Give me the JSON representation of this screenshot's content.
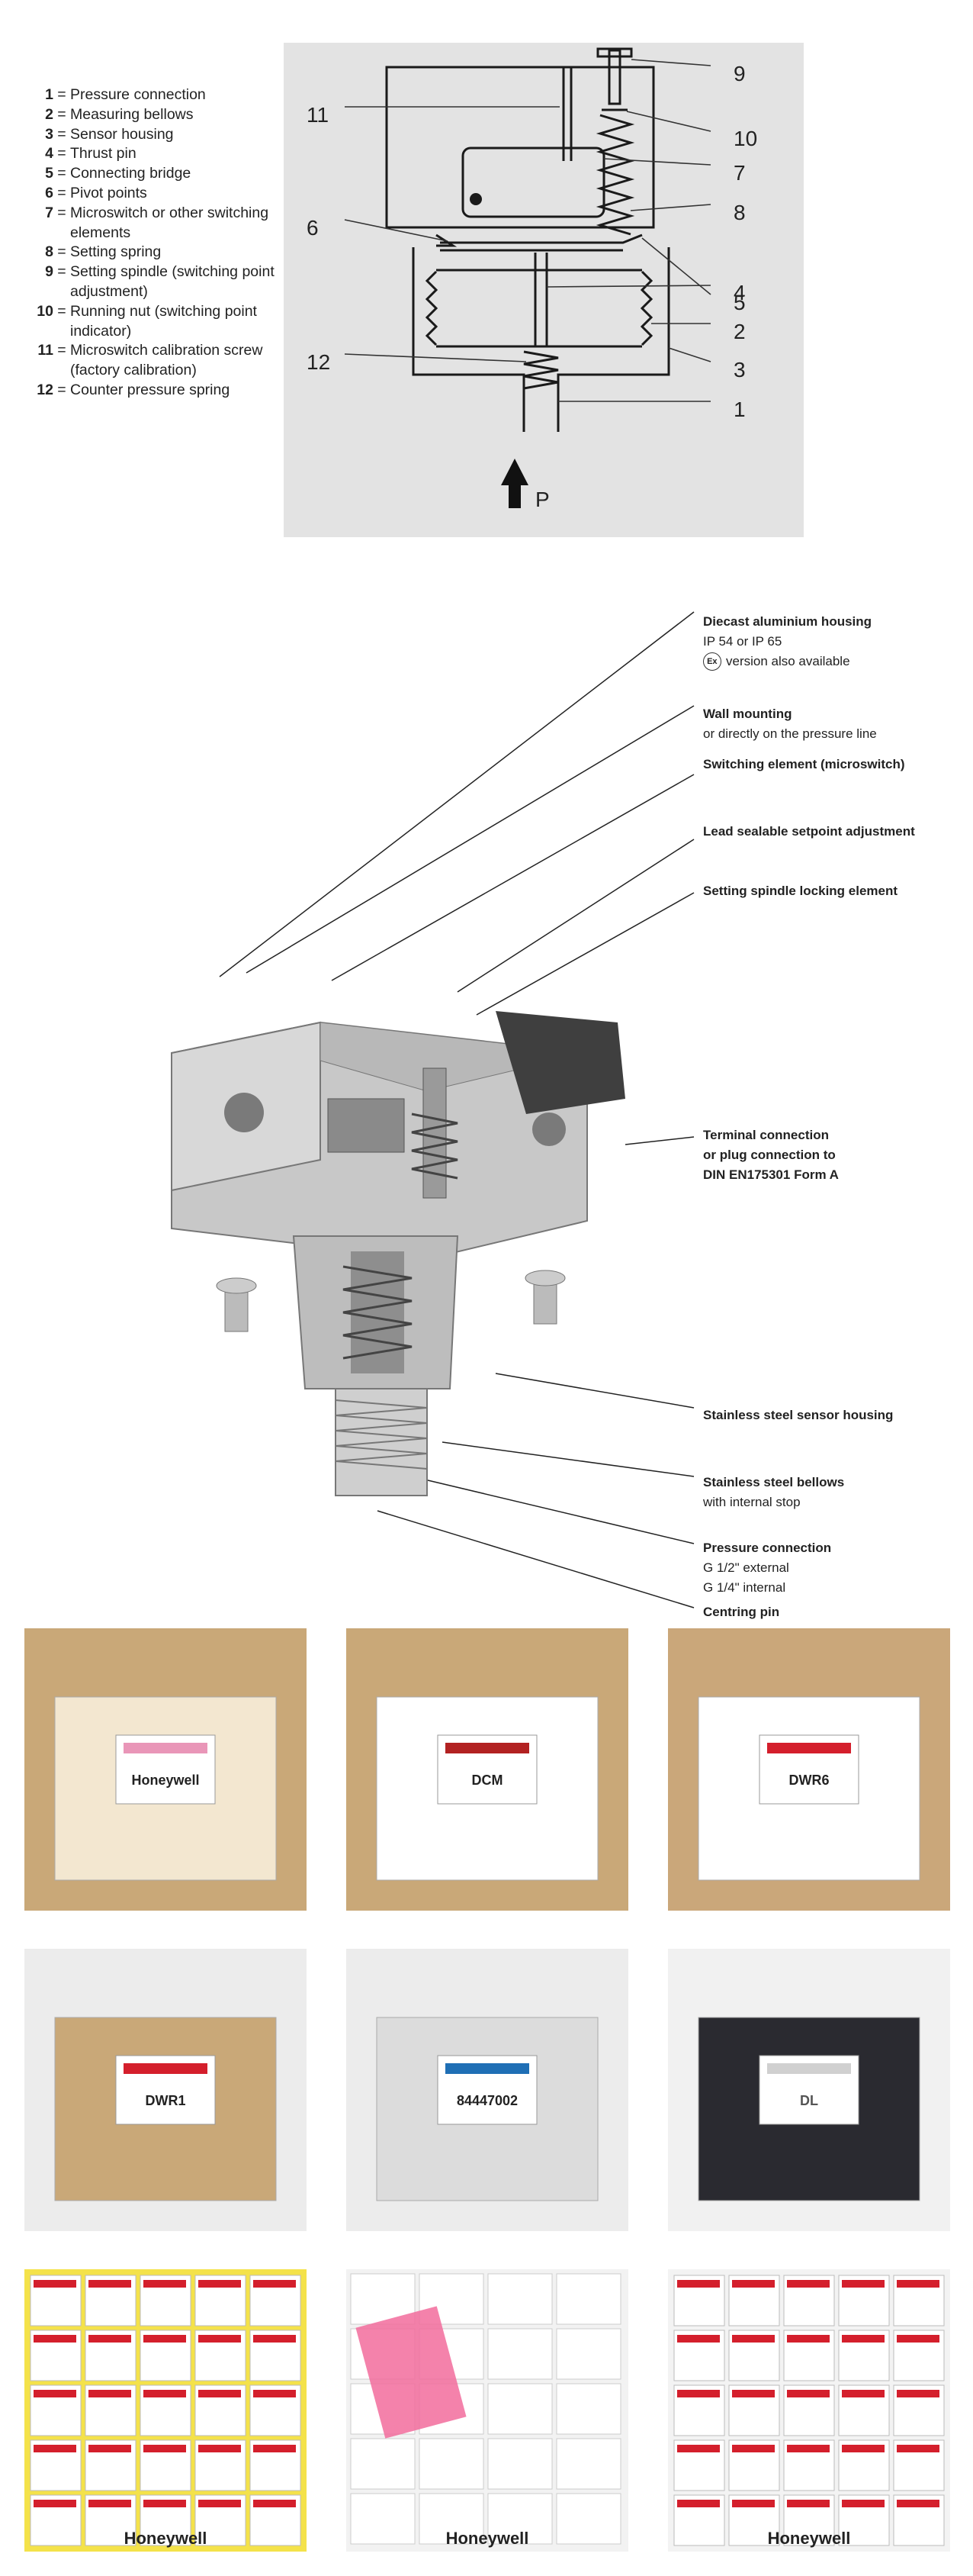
{
  "legend": [
    {
      "num": "1",
      "text": "Pressure connection"
    },
    {
      "num": "2",
      "text": "Measuring bellows"
    },
    {
      "num": "3",
      "text": "Sensor housing"
    },
    {
      "num": "4",
      "text": "Thrust pin"
    },
    {
      "num": "5",
      "text": "Connecting bridge"
    },
    {
      "num": "6",
      "text": "Pivot points"
    },
    {
      "num": "7",
      "text": "Microswitch or other switching elements"
    },
    {
      "num": "8",
      "text": "Setting spring"
    },
    {
      "num": "9",
      "text": "Setting spindle (switching point adjustment)"
    },
    {
      "num": "10",
      "text": "Running nut (switching point indicator)"
    },
    {
      "num": "11",
      "text": "Microswitch calibration screw (factory calibration)"
    },
    {
      "num": "12",
      "text": "Counter pressure spring"
    }
  ],
  "legend_eq": "=",
  "diagram1": {
    "callouts": [
      "1",
      "2",
      "3",
      "4",
      "5",
      "6",
      "7",
      "8",
      "9",
      "10",
      "11",
      "12"
    ],
    "pressure_label": "P"
  },
  "diagram2": {
    "annotations": [
      {
        "title": "Diecast aluminium housing",
        "lines": [
          "IP 54 or IP 65"
        ],
        "ex_badge": "Ex",
        "ex_text": "version also available"
      },
      {
        "title": "Wall mounting",
        "lines": [
          "or directly on the pressure line"
        ]
      },
      {
        "title": "Switching element (microswitch)",
        "lines": []
      },
      {
        "title": "Lead sealable setpoint adjustment",
        "lines": []
      },
      {
        "title": "Setting spindle locking element",
        "lines": []
      },
      {
        "title": "Terminal connection",
        "lines_bold": [
          "or plug connection to",
          "DIN EN175301 Form A"
        ]
      },
      {
        "title": "Stainless steel sensor housing",
        "lines": []
      },
      {
        "title": "Stainless steel bellows",
        "lines": [
          "with internal stop"
        ]
      },
      {
        "title": "Pressure connection",
        "lines": [
          "G 1/2\" external",
          "G 1/4\" internal"
        ]
      },
      {
        "title": "Centring pin",
        "lines": []
      }
    ]
  },
  "photos": [
    {
      "label": "Honeywell"
    },
    {
      "label": "DCM"
    },
    {
      "label": "DWR6"
    },
    {
      "label": "DWR1"
    },
    {
      "label": "84447002"
    },
    {
      "label": "DL"
    },
    {
      "label": "Honeywell"
    },
    {
      "label": "Honeywell"
    },
    {
      "label": "Honeywell"
    }
  ],
  "colors": {
    "panel": "#e3e3e3",
    "box": "#c9a878",
    "honeywell_red": "#d41f2c"
  }
}
